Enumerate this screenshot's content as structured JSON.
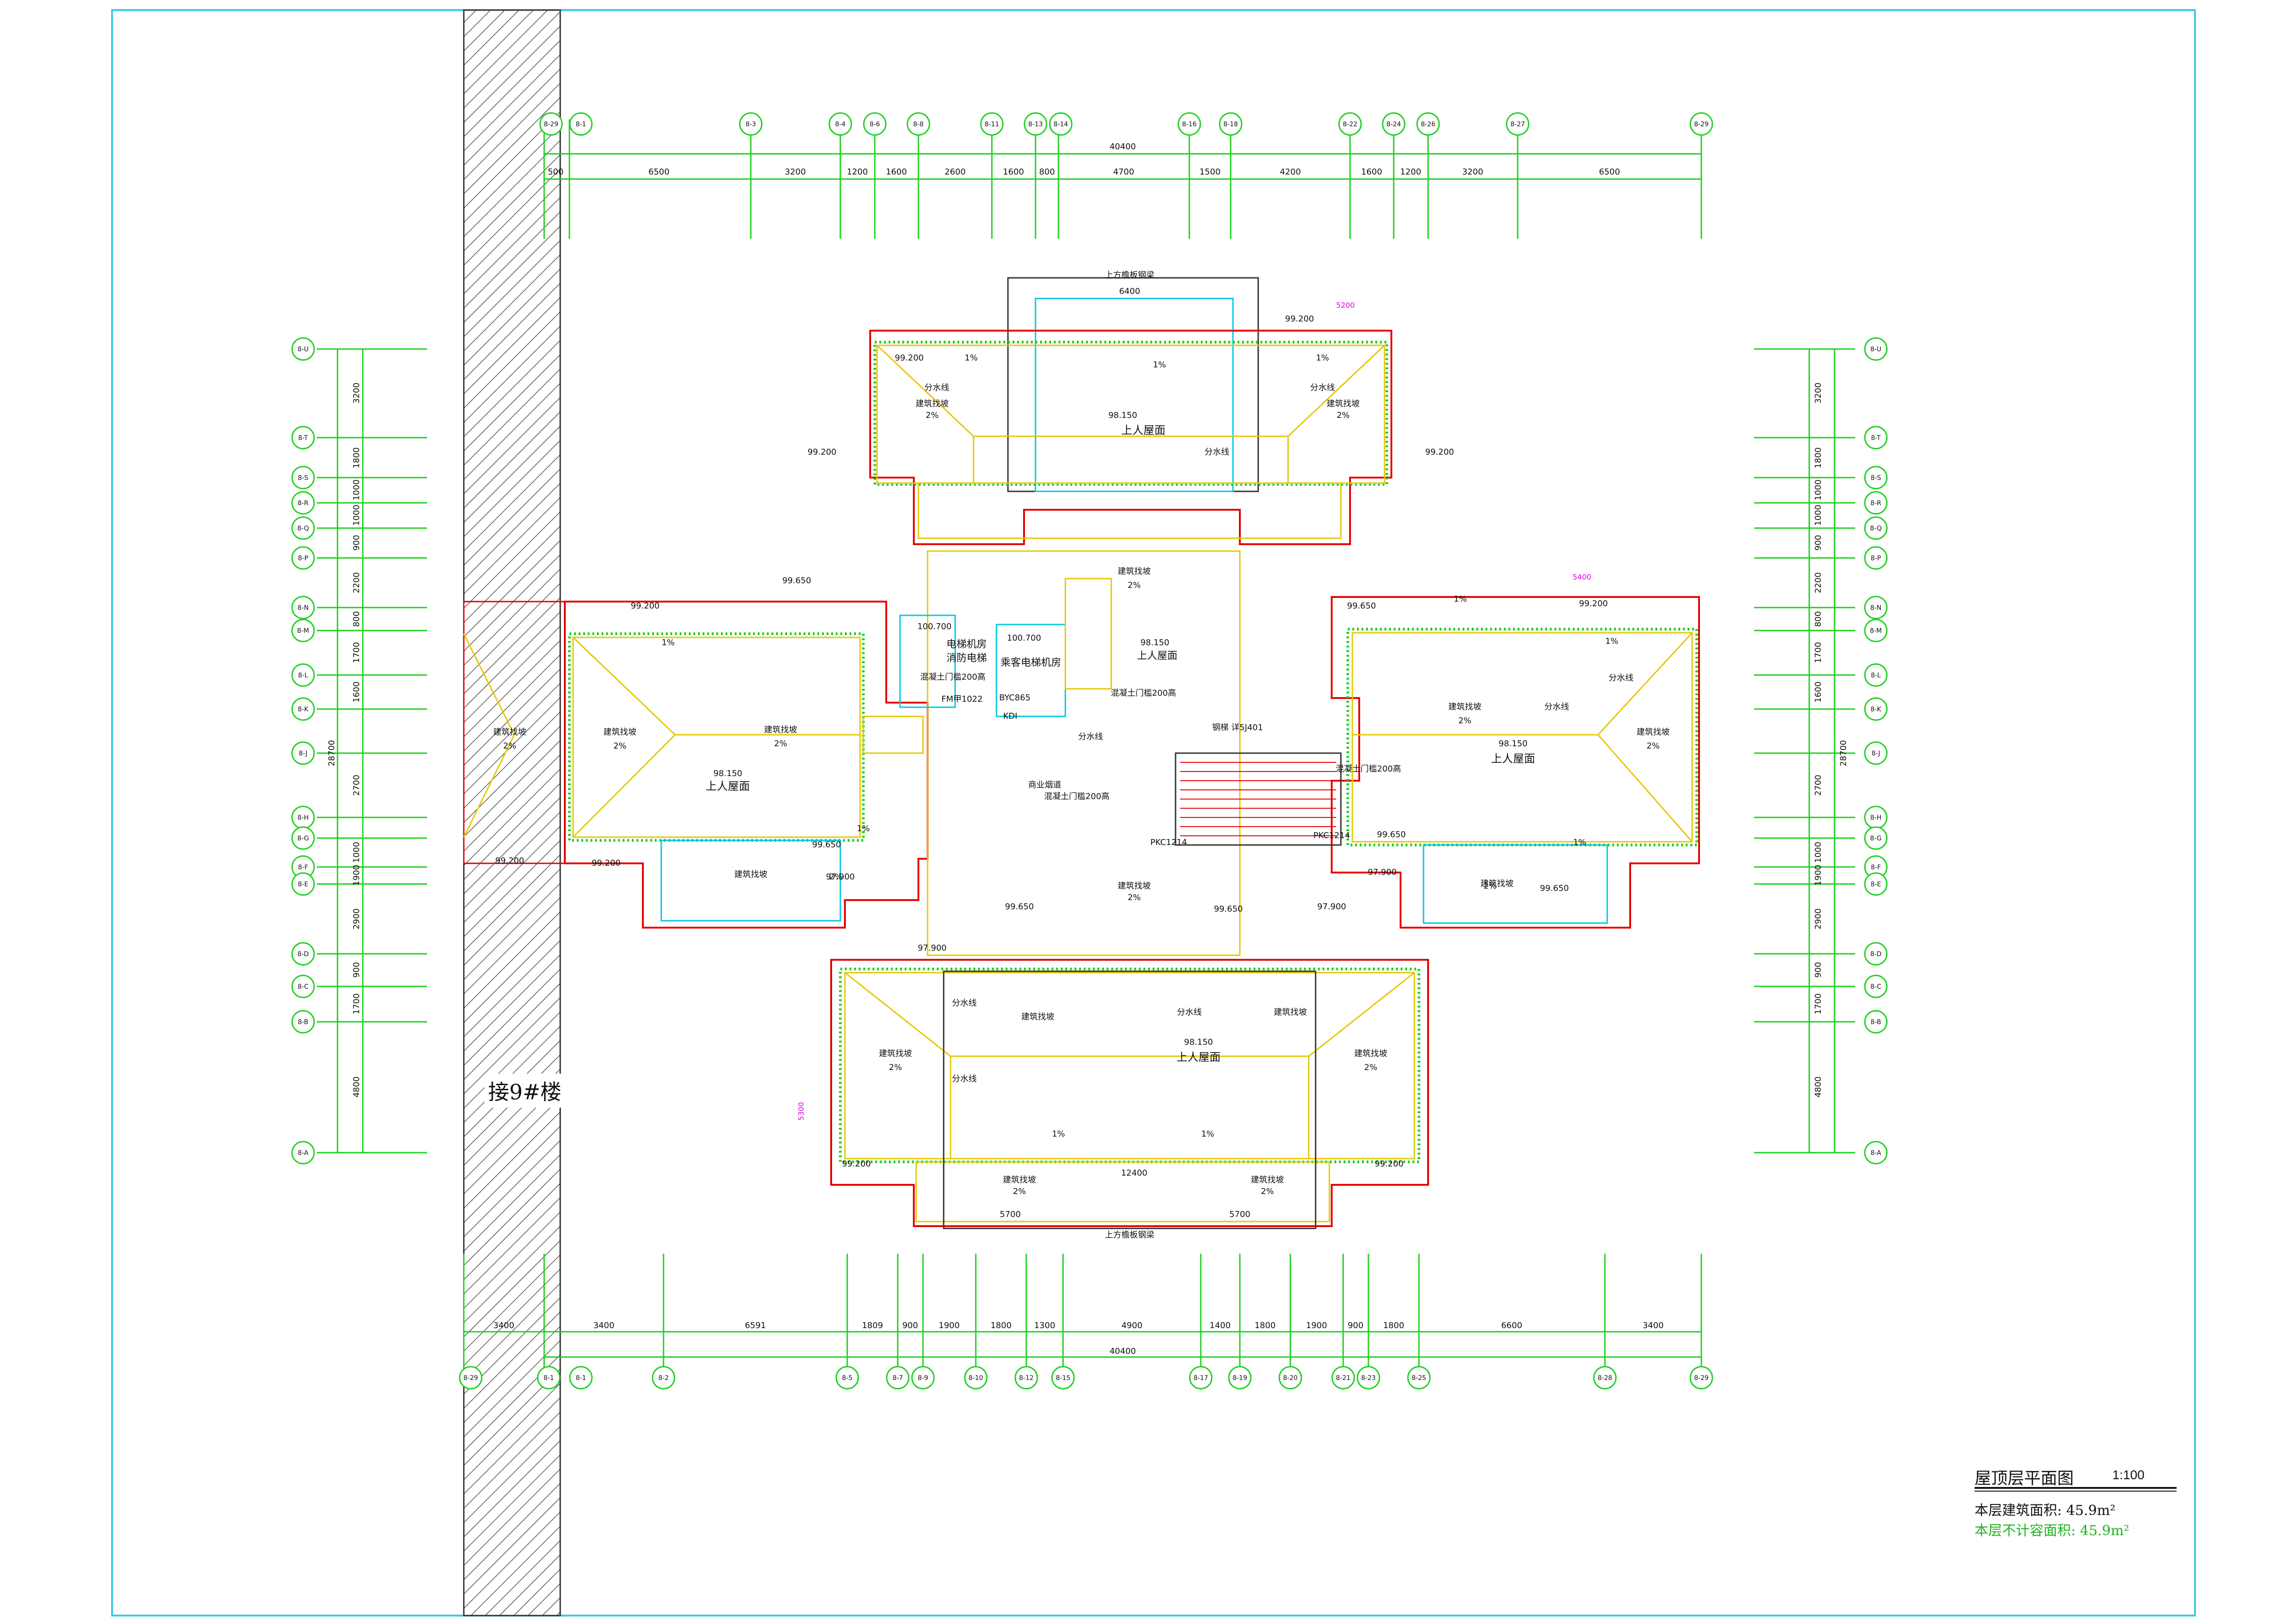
{
  "colors": {
    "frame": "#3cc7e6",
    "dimension": "#1fd01f",
    "wall": "#e60000",
    "roof": "#e6c800",
    "cyan_detail": "#00c8e6",
    "magenta_dim": "#e600e6",
    "grid_bubble": "#1fd01f",
    "text": "#111111"
  },
  "title": {
    "name": "屋顶层平面图",
    "scale": "1:100",
    "floor_area": "本层建筑面积: 45.9m²",
    "non_fsr_area": "本层不计容面积: 45.9m²"
  },
  "adjacent_building": "接9#楼",
  "axes": {
    "top": [
      "8-29",
      "8-1",
      "8-3",
      "8-4",
      "8-6",
      "8-8",
      "8-11",
      "8-13",
      "8-14",
      "8-16",
      "8-18",
      "8-22",
      "8-24",
      "8-26",
      "8-27",
      "8-29"
    ],
    "bottom": [
      "8-29",
      "8-1",
      "8-2",
      "8-5",
      "8-7",
      "8-9",
      "8-10",
      "8-12",
      "8-15",
      "8-17",
      "8-19",
      "8-20",
      "8-21",
      "8-23",
      "8-25",
      "8-28",
      "8-29"
    ],
    "left": [
      "8-U",
      "8-T",
      "8-S",
      "8-R",
      "8-Q",
      "8-P",
      "8-N",
      "8-M",
      "8-L",
      "8-K",
      "8-J",
      "8-H",
      "8-G",
      "8-F",
      "8-E",
      "8-D",
      "8-C",
      "8-B",
      "8-A"
    ],
    "right": [
      "8-U",
      "8-T",
      "8-S",
      "8-R",
      "8-Q",
      "8-P",
      "8-N",
      "8-M",
      "8-L",
      "8-K",
      "8-J",
      "8-H",
      "8-G",
      "8-F",
      "8-E",
      "8-D",
      "8-C",
      "8-B",
      "8-A"
    ]
  },
  "dims": {
    "top_total": "40400",
    "top_segments": [
      "500",
      "6500",
      "3200",
      "1200",
      "1600",
      "2600",
      "1600",
      "800",
      "4700",
      "1500",
      "4200",
      "1600",
      "1200",
      "3200",
      "6500"
    ],
    "bottom_total": "40400",
    "bottom_segments": [
      "3400",
      "3400",
      "6591",
      "1809",
      "900",
      "1900",
      "1800",
      "1300",
      "4900",
      "1400",
      "1800",
      "1900",
      "900",
      "1800",
      "6600",
      "3400"
    ],
    "left_total": "28700",
    "left_segments": [
      "3200",
      "1800",
      "1000",
      "1000",
      "900",
      "2200",
      "800",
      "1700",
      "1600",
      "2700",
      "1000",
      "1900",
      "2900",
      "900",
      "1700",
      "4800"
    ],
    "right_total": "28700",
    "right_segments": [
      "3200",
      "1800",
      "1000",
      "1000",
      "900",
      "2200",
      "800",
      "1700",
      "1600",
      "2700",
      "1000",
      "1900",
      "2900",
      "900",
      "1700",
      "4800"
    ]
  },
  "labels": {
    "slope_name": "建筑找坡",
    "slope_value": "2%",
    "slope_small": "1%",
    "ridge": "分水线",
    "roof_access": "上人屋面",
    "elev_roof": "98.150",
    "elev_parapet": "99.200",
    "elev_650": "99.650",
    "elev_900": "97.900",
    "elev_lift": "100.700",
    "lift_room_fire": "电梯机房",
    "lift_room_fire2": "消防电梯",
    "lift_room_pass": "乘客电梯机房",
    "sill": "混凝土门槛200高",
    "commercial_flue": "商业烟道",
    "door_fm": "FM甲1022",
    "door_pkc": "PKC1214",
    "steel_ladder": "钢梯 详5J401",
    "kd": "KDI",
    "vent": "BYC865",
    "top_note": "上方檐板钢梁",
    "dim_6400": "6400",
    "dim_12400": "12400",
    "dim_5700": "5700",
    "dim_5400": "5400",
    "dim_5200": "5200",
    "dim_5300": "5300"
  }
}
